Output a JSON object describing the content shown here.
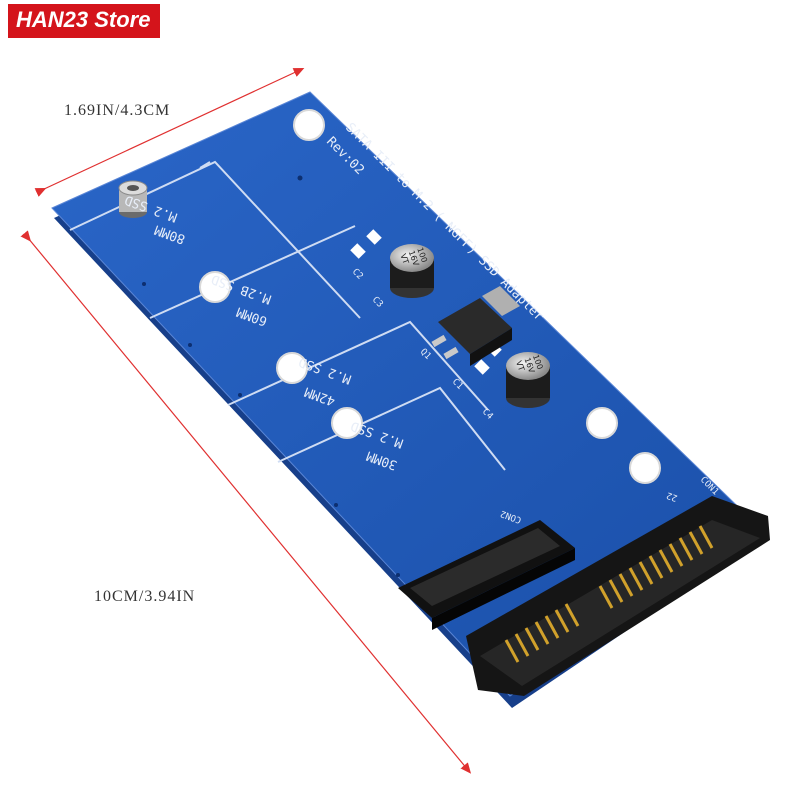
{
  "store_name": "HAN23 Store",
  "dimensions": {
    "width_label": "1.69IN/4.3CM",
    "length_label": "10CM/3.94IN"
  },
  "board_text": {
    "title": "SATA III to M.2 ( NGFF) SSD Adapter",
    "revision": "Rev:02",
    "slot_labels": [
      {
        "name": "M.2 SSD",
        "size": "80MM"
      },
      {
        "name": "M.2B SSD",
        "size": "60MM"
      },
      {
        "name": "M.2 SSD",
        "size": "42MM"
      },
      {
        "name": "M.2 SSD",
        "size": "30MM"
      }
    ],
    "capacitor_text": [
      "100",
      "16V",
      "VT"
    ],
    "component_labels": [
      "C2",
      "C3",
      "Q1",
      "C1",
      "C4"
    ],
    "connector_labels": [
      "CON2",
      "CON1",
      "22"
    ]
  },
  "colors": {
    "board": "#1f58b8",
    "board_edge": "#173f8a",
    "store_banner": "#d4141b",
    "dimension_line": "#e03030"
  }
}
